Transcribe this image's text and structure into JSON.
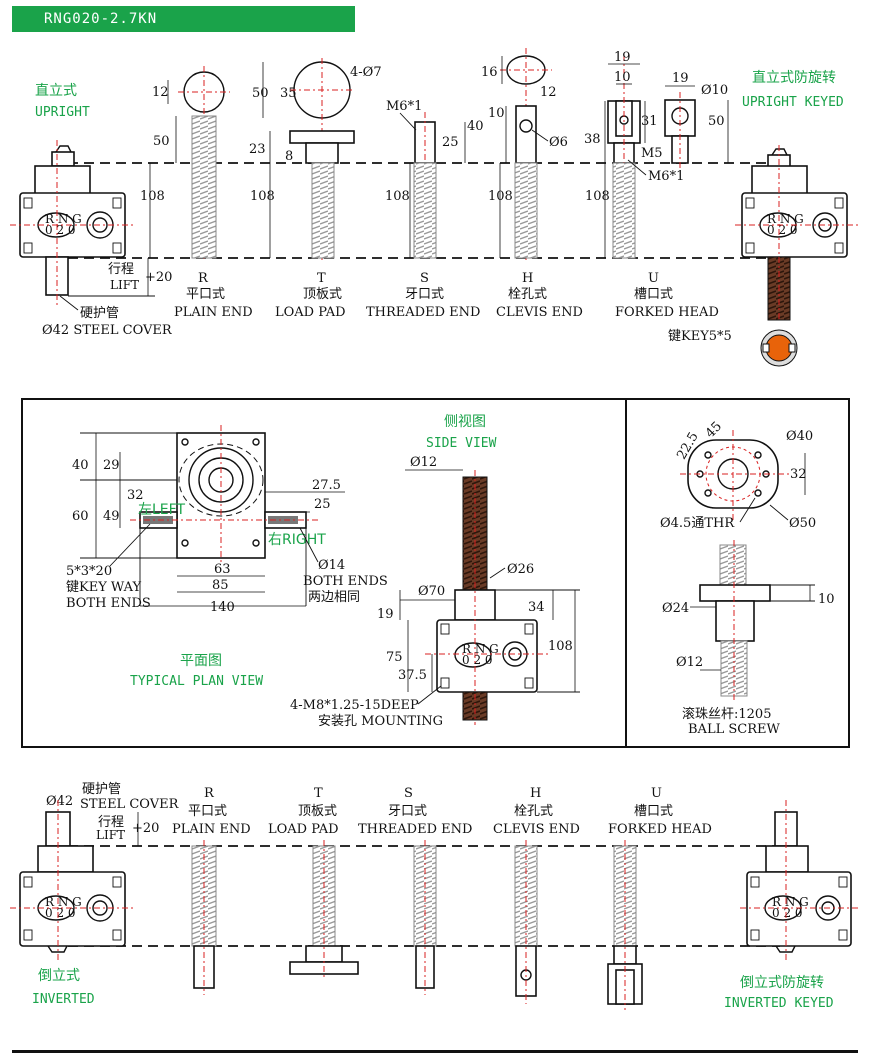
{
  "header": {
    "title": "RNG020-2.7KN"
  },
  "colors": {
    "green": "#1aa34a",
    "centerline": "#d92020",
    "outline": "#111111",
    "key_orange": "#e8630a"
  },
  "top": {
    "upright_cn": "直立式",
    "upright_en": "UPRIGHT",
    "upright_keyed_cn": "直立式防旋转",
    "upright_keyed_en": "UPRIGHT KEYED",
    "nameplate_l1": "R N G",
    "nameplate_l2": "0 2 0",
    "lift_cn": "行程",
    "lift_en": "LIFT",
    "lift_val": "+20",
    "cover_cn": "硬护管",
    "cover_en": "Ø42 STEEL COVER",
    "key_label": "键KEY5*5",
    "dims": {
      "r_dia": "12",
      "r_len": "50",
      "r_108": "108",
      "t_holes": "4-Ø7",
      "t_50": "50",
      "t_35": "35",
      "t_23": "23",
      "t_8": "8",
      "t_108": "108",
      "s_thread": "M6*1",
      "s_25": "25",
      "s_108": "108",
      "h_16": "16",
      "h_12": "12",
      "h_10": "10",
      "h_40": "40",
      "h_hole": "Ø6",
      "h_108": "108",
      "u_19": "19",
      "u_10": "10",
      "u_38": "38",
      "u_31": "31",
      "u_m5": "M5",
      "u_m6": "M6*1",
      "u_108": "108",
      "u2_19": "19",
      "u2_dia": "Ø10",
      "u2_50": "50"
    }
  },
  "ends": [
    {
      "code": "R",
      "cn": "平口式",
      "en": "PLAIN END"
    },
    {
      "code": "T",
      "cn": "顶板式",
      "en": "LOAD PAD"
    },
    {
      "code": "S",
      "cn": "牙口式",
      "en": "THREADED END"
    },
    {
      "code": "H",
      "cn": "栓孔式",
      "en": "CLEVIS END"
    },
    {
      "code": "U",
      "cn": "槽口式",
      "en": "FORKED HEAD"
    }
  ],
  "plan": {
    "title_cn": "平面图",
    "title_en": "TYPICAL PLAN VIEW",
    "left": "左LEFT",
    "right": "右RIGHT",
    "d40": "40",
    "d29": "29",
    "d60": "60",
    "d49": "49",
    "d32": "32",
    "d275": "27.5",
    "d25": "25",
    "d63": "63",
    "d85": "85",
    "d140": "140",
    "key_way1": "5*3*20",
    "key_way2": "键KEY WAY",
    "key_way3": "BOTH ENDS",
    "shaft_dia": "Ø14",
    "both_ends": "BOTH ENDS",
    "both_cn": "两边相同"
  },
  "side": {
    "title_cn": "侧视图",
    "title_en": "SIDE VIEW",
    "d12": "Ø12",
    "d26": "Ø26",
    "d70": "Ø70",
    "d19": "19",
    "d34": "34",
    "d108": "108",
    "d75": "75",
    "d375": "37.5",
    "mount1": "4-M8*1.25-15DEEP",
    "mount2": "安装孔 MOUNTING"
  },
  "ball": {
    "a225": "22.5",
    "a45": "45",
    "d40": "Ø40",
    "d32": "32",
    "d50": "Ø50",
    "thr": "Ø4.5通THR",
    "d24": "Ø24",
    "d10": "10",
    "d12": "Ø12",
    "screw_cn": "滚珠丝杆:1205",
    "screw_en": "BALL SCREW"
  },
  "bottom": {
    "cover_dia": "Ø42",
    "cover_cn": "硬护管",
    "cover_en": "STEEL COVER",
    "lift_cn": "行程",
    "lift_en": "LIFT",
    "lift_val": "+20",
    "inverted_cn": "倒立式",
    "inverted_en": "INVERTED",
    "inverted_keyed_cn": "倒立式防旋转",
    "inverted_keyed_en": "INVERTED KEYED"
  }
}
